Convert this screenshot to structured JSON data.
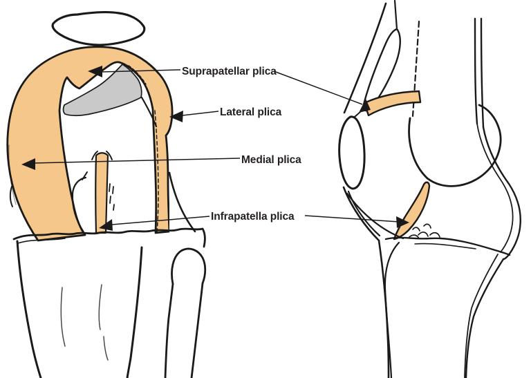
{
  "figure": {
    "labels": {
      "suprapatellar": "Suprapatellar plica",
      "lateral": "Lateral plica",
      "medial": "Medial plica",
      "infrapatella": "Infrapatella plica"
    },
    "colors": {
      "plica": "#F5C78A",
      "fold_shadow": "#C9C9C9",
      "outline": "#1A1A1A",
      "label_text": "#231F20",
      "background": "#FFFFFF"
    }
  }
}
